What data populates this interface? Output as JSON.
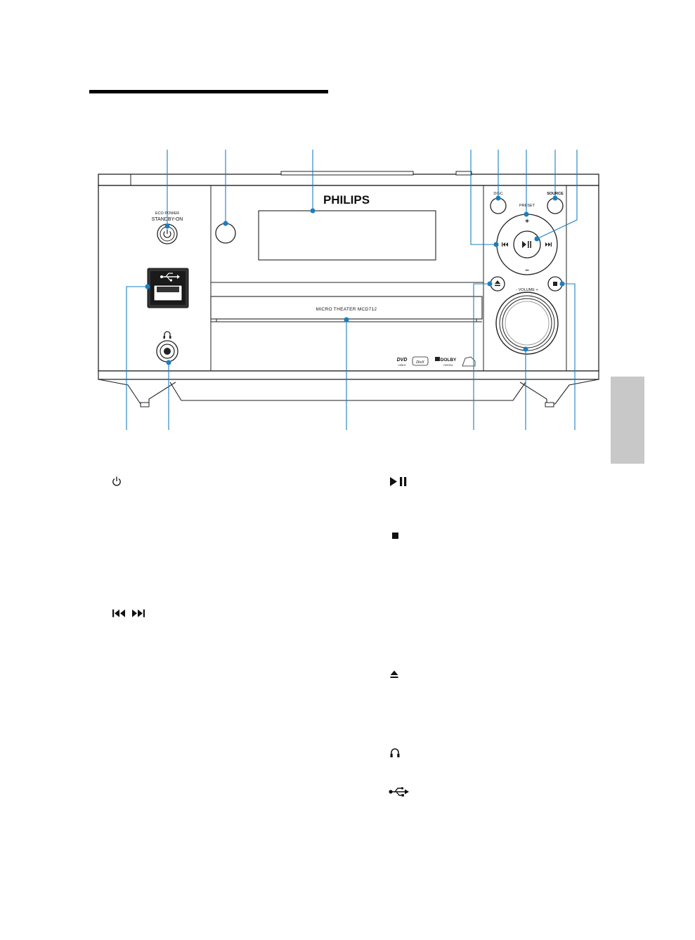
{
  "device": {
    "brand": "PHILIPS",
    "model_text": "MICRO THEATER MCD712",
    "labels": {
      "eco_power": "ECO POWER",
      "standby_on": "STANDBY-ON",
      "disc": "DISC",
      "preset": "PRESET",
      "source": "SOURCE",
      "volume": "- VOLUME +",
      "plus": "+",
      "minus": "–"
    },
    "logos": {
      "dvd": "DVD",
      "dvd_sub": "VIDEO",
      "divx": "DivX",
      "dolby": "DOLBY",
      "dolby_sub": "DIGITAL"
    }
  },
  "icons": {
    "power": "power-icon",
    "play_pause": "play-pause-icon",
    "stop": "stop-icon",
    "prev_next": "prev-next-icon",
    "eject": "eject-icon",
    "headphones": "headphones-icon",
    "usb": "usb-icon"
  },
  "colors": {
    "callout": "#1a7fc1",
    "side_tab": "#c8c8c8"
  }
}
